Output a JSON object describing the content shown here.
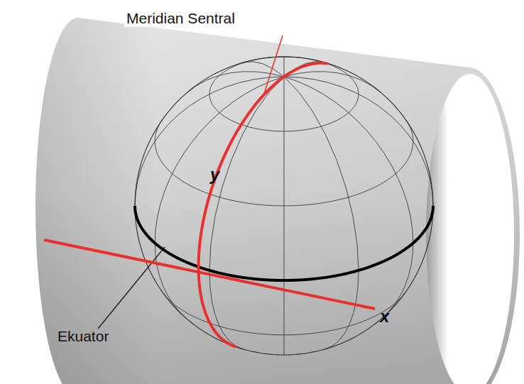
{
  "diagram": {
    "labels": [
      "Meridian Sentral",
      "y",
      "Ekuator",
      "x"
    ]
  }
}
